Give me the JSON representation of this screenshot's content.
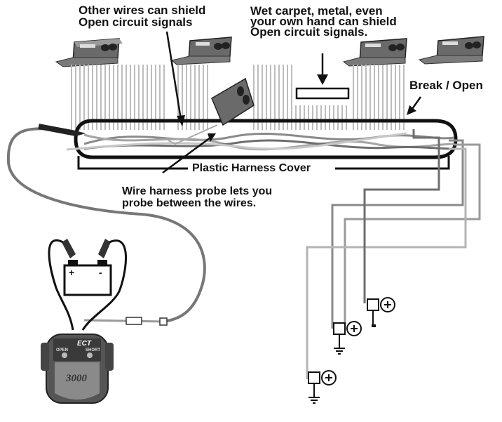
{
  "labels": {
    "shield_line1": "Other wires can shield",
    "shield_line2": "Open circuit signals",
    "wet_line1": "Wet carpet, metal, even",
    "wet_line2": "your own hand can shield",
    "wet_line3": "Open circuit signals.",
    "break_open": "Break / Open",
    "harness_cover": "Plastic Harness Cover",
    "probe_line1": "Wire harness probe lets you",
    "probe_line2": "probe between the wires."
  },
  "device": {
    "brand": "ECT",
    "model": "3000",
    "button_open": "OPEN",
    "button_short": "SHORT"
  },
  "colors": {
    "ink": "#111111",
    "wire_dark": "#6e6e6e",
    "wire_mid": "#8a8a8a",
    "wire_light": "#b4b4b4",
    "device_body": "#555555"
  }
}
